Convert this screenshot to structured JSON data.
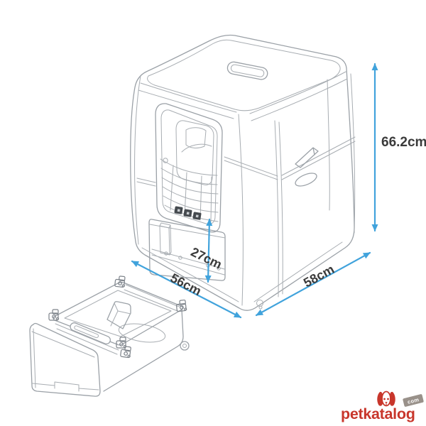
{
  "dimensions": {
    "overall_height": "66.2cm",
    "drawer_height": "27cm",
    "width": "56cm",
    "depth": "58cm"
  },
  "watermark": {
    "brand": "petkatalog",
    "badge": "com"
  },
  "icons": {
    "brand_logo": "dog-face-icon",
    "drawing": "cat-litter-box-line-art"
  },
  "colors": {
    "arrow_blue": "#41a3dc",
    "label_gray": "#3b3b3b",
    "line_art_gray": "#9ba1a7",
    "brand_red": "#c8362b",
    "badge_gray": "#99918a"
  }
}
